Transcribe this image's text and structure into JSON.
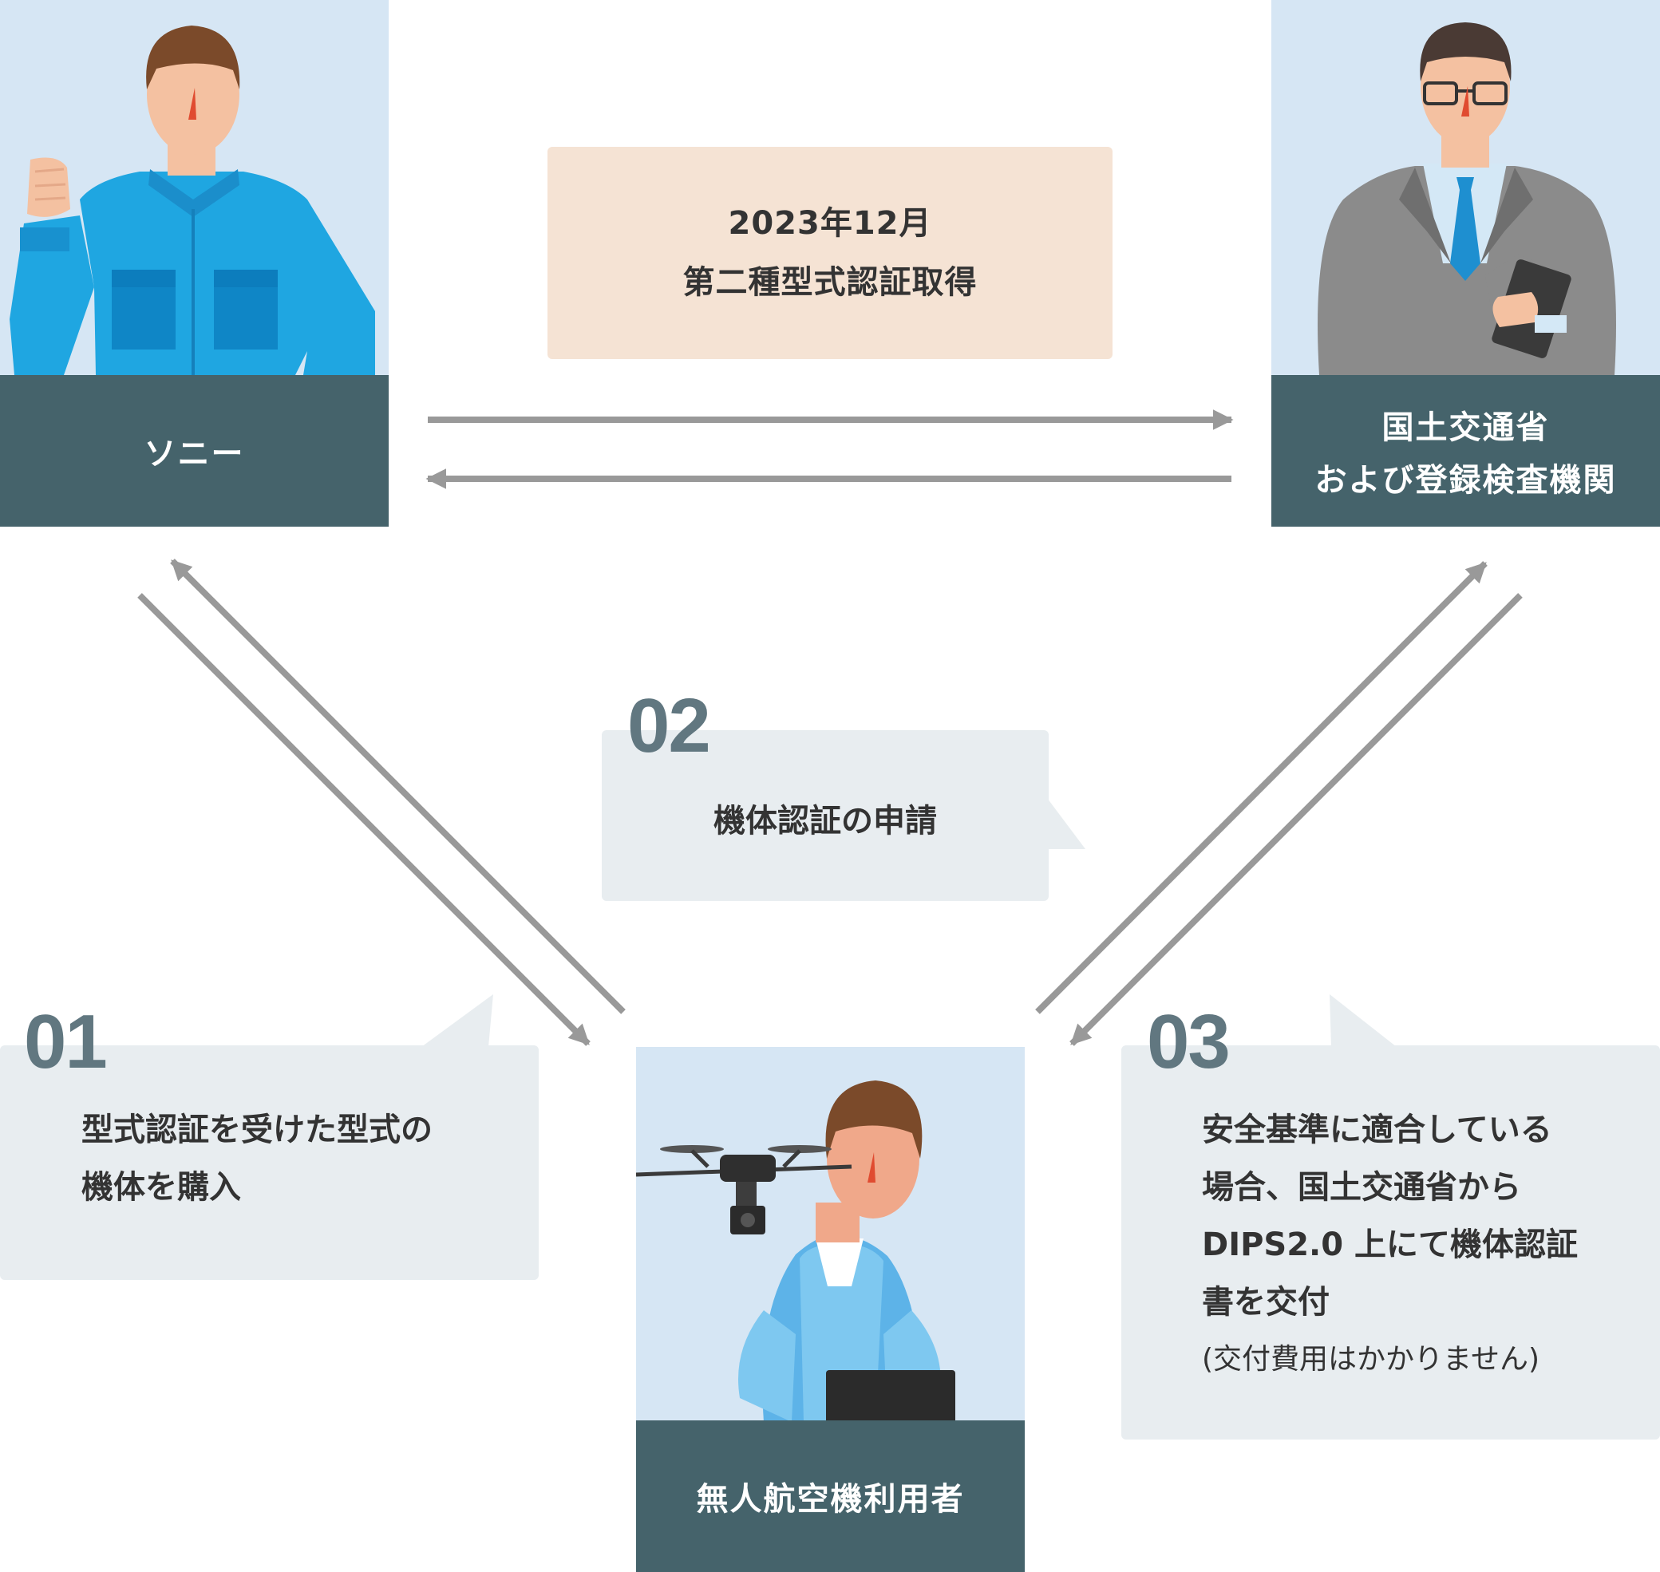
{
  "cards": {
    "sony": {
      "label": "ソニー"
    },
    "mlit": {
      "label": "国土交通省",
      "sublabel": "および登録検査機関"
    },
    "user": {
      "label": "無人航空機利用者"
    }
  },
  "certification": {
    "date": "2023年12月",
    "title": "第二種型式認証取得"
  },
  "steps": [
    {
      "number": "01",
      "lines": [
        "型式認証を受けた型式の",
        "機体を購入"
      ]
    },
    {
      "number": "02",
      "lines": [
        "機体認証の申請"
      ]
    },
    {
      "number": "03",
      "lines": [
        "安全基準に適合している",
        "場合、国土交通省から",
        "DIPS2.0 上にて機体認証",
        "書を交付"
      ],
      "note": "(交付費用はかかりません)"
    }
  ],
  "colors": {
    "card_label_bg": "#45636b",
    "card_bg": "#d6e6f4",
    "bubble_bg": "#e8edf0",
    "cert_bg": "#f5e3d4",
    "step_number": "#617780",
    "arrow": "#999999"
  }
}
